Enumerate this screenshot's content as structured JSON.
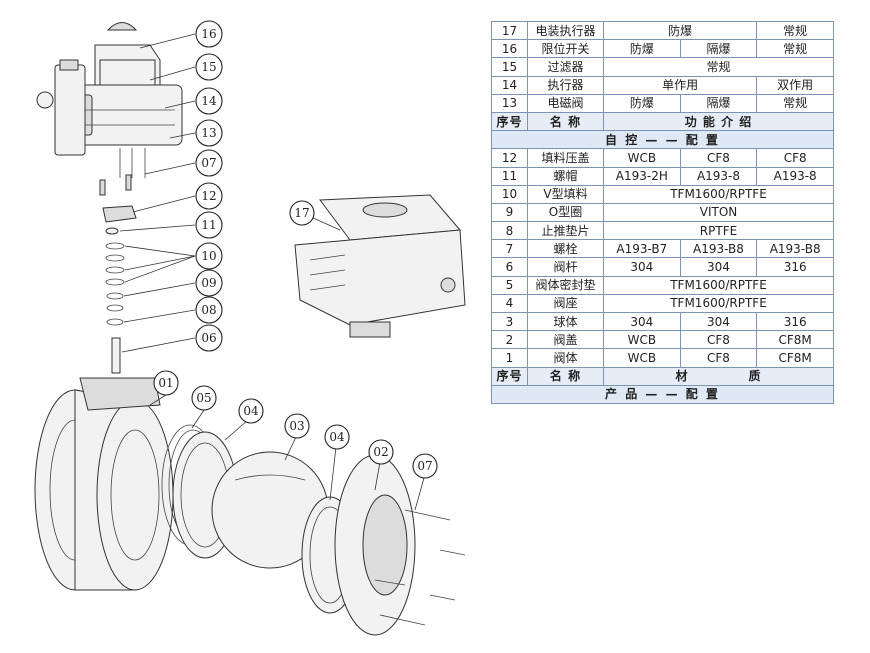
{
  "callouts": [
    "16",
    "15",
    "14",
    "13",
    "07",
    "12",
    "11",
    "10",
    "09",
    "08",
    "06",
    "01",
    "05",
    "04",
    "03",
    "04",
    "02",
    "07",
    "17"
  ],
  "bom": {
    "top_rows": [
      {
        "no": "17",
        "name": "电装执行器",
        "cells": [
          "防爆",
          "常规"
        ]
      },
      {
        "no": "16",
        "name": "限位开关",
        "cells": [
          "防爆",
          "隔爆",
          "常规"
        ]
      },
      {
        "no": "15",
        "name": "过滤器",
        "cells": [
          "常规"
        ]
      },
      {
        "no": "14",
        "name": "执行器",
        "cells": [
          "单作用",
          "双作用"
        ]
      },
      {
        "no": "13",
        "name": "电磁阀",
        "cells": [
          "防爆",
          "隔爆",
          "常规"
        ]
      }
    ],
    "top_header": {
      "no": "序号",
      "name": "名 称",
      "func": "功 能 介 绍"
    },
    "section_auto": "自 控 — — 配 置",
    "bottom_rows": [
      {
        "no": "12",
        "name": "填料压盖",
        "cells": [
          "WCB",
          "CF8",
          "CF8"
        ]
      },
      {
        "no": "11",
        "name": "螺帽",
        "cells": [
          "A193-2H",
          "A193-8",
          "A193-8"
        ]
      },
      {
        "no": "10",
        "name": "V型填料",
        "cells": [
          "TFM1600/RPTFE"
        ]
      },
      {
        "no": "9",
        "name": "O型圈",
        "cells": [
          "VITON"
        ]
      },
      {
        "no": "8",
        "name": "止推垫片",
        "cells": [
          "RPTFE"
        ]
      },
      {
        "no": "7",
        "name": "螺栓",
        "cells": [
          "A193-B7",
          "A193-B8",
          "A193-B8"
        ]
      },
      {
        "no": "6",
        "name": "阀杆",
        "cells": [
          "304",
          "304",
          "316"
        ]
      },
      {
        "no": "5",
        "name": "阀体密封垫",
        "cells": [
          "TFM1600/RPTFE"
        ]
      },
      {
        "no": "4",
        "name": "阀座",
        "cells": [
          "TFM1600/RPTFE"
        ]
      },
      {
        "no": "3",
        "name": "球体",
        "cells": [
          "304",
          "304",
          "316"
        ]
      },
      {
        "no": "2",
        "name": "阀盖",
        "cells": [
          "WCB",
          "CF8",
          "CF8M"
        ]
      },
      {
        "no": "1",
        "name": "阀体",
        "cells": [
          "WCB",
          "CF8",
          "CF8M"
        ]
      }
    ],
    "bottom_header": {
      "no": "序号",
      "name": "名 称",
      "mat1": "材",
      "mat2": "质"
    },
    "section_product": "产 品 — — 配 置"
  }
}
